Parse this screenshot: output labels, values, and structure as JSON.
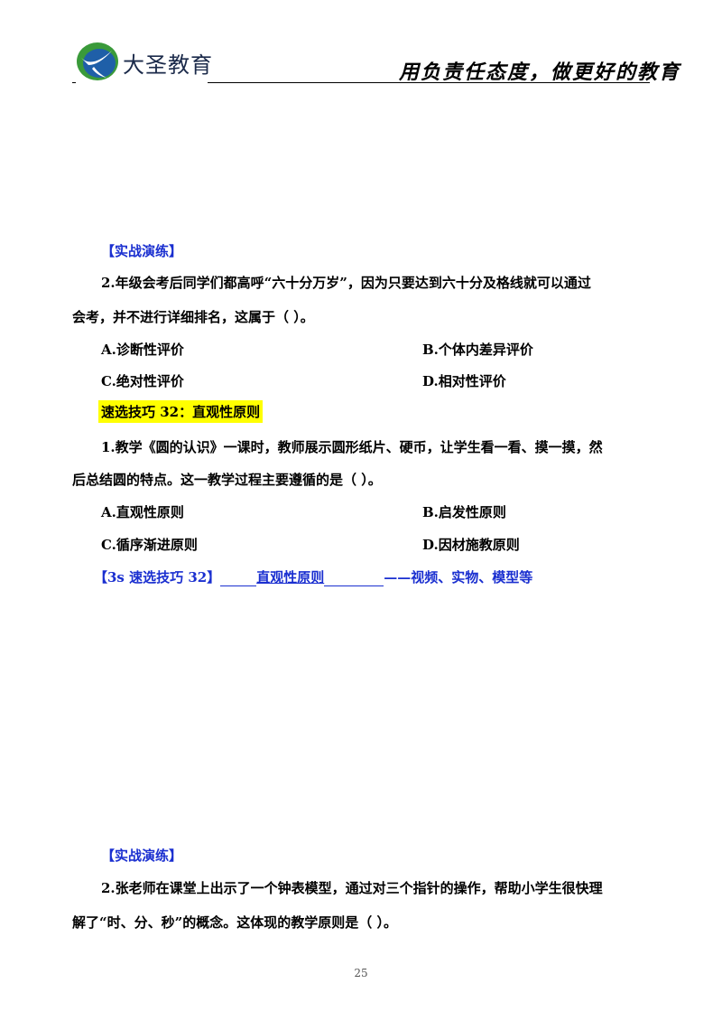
{
  "header": {
    "brand": "大圣教育",
    "slogan": "用负责任态度，做更好的教育"
  },
  "section1": {
    "tag": "【实战演练】",
    "question_line1": "2.年级会考后同学们都高呼“六十分万岁”，因为只要达到六十分及格线就可以通过",
    "question_line2": "会考，并不进行详细排名，这属于（    ）。",
    "options": [
      "A.诊断性评价",
      "B.个体内差异评价",
      "C.绝对性评价",
      "D.相对性评价"
    ]
  },
  "skill32": {
    "title": "速选技巧 32：直观性原则",
    "question_line1": "1.教学《圆的认识》一课时，教师展示圆形纸片、硬币，让学生看一看、摸一摸，然",
    "question_line2": "后总结圆的特点。这一教学过程主要遵循的是（    ）。",
    "options": [
      "A.直观性原则",
      "B.启发性原则",
      "C.循序渐进原则",
      "D.因材施教原则"
    ],
    "tip_prefix": "【3s 速选技巧 32】",
    "tip_answer": "直观性原则",
    "tip_suffix": "——视频、实物、模型等"
  },
  "section2": {
    "tag": "【实战演练】",
    "question_line1": "2.张老师在课堂上出示了一个钟表模型，通过对三个指针的操作，帮助小学生很快理",
    "question_line2": "解了“时、分、秒”的概念。这体现的教学原则是（    ）。"
  },
  "page_number": "25"
}
